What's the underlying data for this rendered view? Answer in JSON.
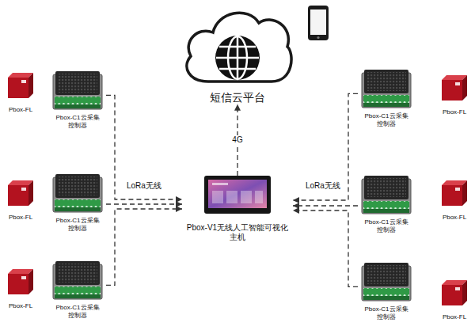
{
  "diagram": {
    "nodes": [
      {
        "text": [
          "短信云平台"
        ]
      },
      {
        "text": [
          "Pbox-FL"
        ]
      },
      {
        "text": [
          "Pbox-C1云采集控制器"
        ]
      },
      {
        "text": [
          "Pbox-C1云采集控制器"
        ]
      },
      {
        "text": [
          "Pbox-FL"
        ]
      },
      {
        "text": [
          "Pbox-FL"
        ]
      },
      {
        "text": [
          "Pbox-C1云采集控制器"
        ]
      },
      {
        "text": [
          "Pbox-V1无线人工智能可视化主机"
        ]
      },
      {
        "text": [
          "Pbox-C1云采集控制器"
        ]
      },
      {
        "text": [
          "Pbox-FL"
        ]
      },
      {
        "text": [
          "Pbox-FL"
        ]
      },
      {
        "text": [
          "Pbox-C1云采集控制器"
        ]
      },
      {
        "text": [
          "Pbox-C1云采集控制器"
        ]
      },
      {
        "text": [
          "Pbox-FL"
        ]
      }
    ],
    "edges": [
      {
        "from": 2,
        "to": 7,
        "arrow": "to"
      },
      {
        "from": 6,
        "to": 7,
        "arrow": "to",
        "label": "LoRa无线"
      },
      {
        "from": 11,
        "to": 7,
        "arrow": "to"
      },
      {
        "from": 3,
        "to": 7,
        "arrow": "to"
      },
      {
        "from": 8,
        "to": 7,
        "arrow": "to",
        "label": "LoRa无线"
      },
      {
        "from": 12,
        "to": 7,
        "arrow": "to"
      },
      {
        "from": 7,
        "to": 0,
        "arrow": "to",
        "label": "4G"
      }
    ]
  }
}
